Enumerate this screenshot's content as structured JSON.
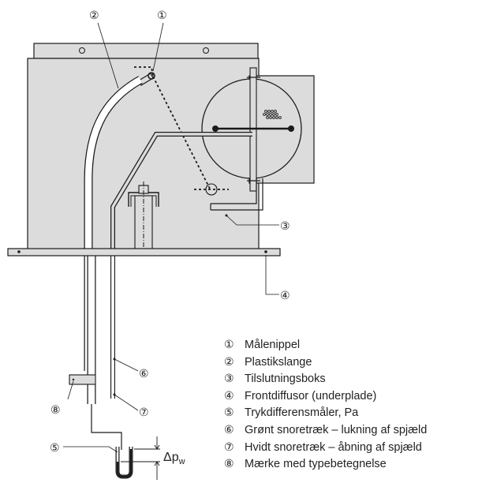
{
  "callouts": {
    "c1": "①",
    "c2": "②",
    "c3": "③",
    "c4": "④",
    "c5": "⑤",
    "c6": "⑥",
    "c7": "⑦",
    "c8": "⑧"
  },
  "pressure_label": "Δp",
  "pressure_subscript": "w",
  "legend": [
    {
      "num": "①",
      "text": "Målenippel"
    },
    {
      "num": "②",
      "text": "Plastikslange"
    },
    {
      "num": "③",
      "text": "Tilslutningsboks"
    },
    {
      "num": "④",
      "text": "Frontdiffusor (underplade)"
    },
    {
      "num": "⑤",
      "text": "Trykdifferensmåler, Pa"
    },
    {
      "num": "⑥",
      "text": "Grønt snoretræk – lukning af spjæld"
    },
    {
      "num": "⑦",
      "text": "Hvidt snoretræk – åbning af spjæld"
    },
    {
      "num": "⑧",
      "text": "Mærke med typebetegnelse"
    }
  ],
  "colors": {
    "box_fill": "#dcdcdc",
    "line": "#1a1a1a",
    "background": "#ffffff"
  }
}
